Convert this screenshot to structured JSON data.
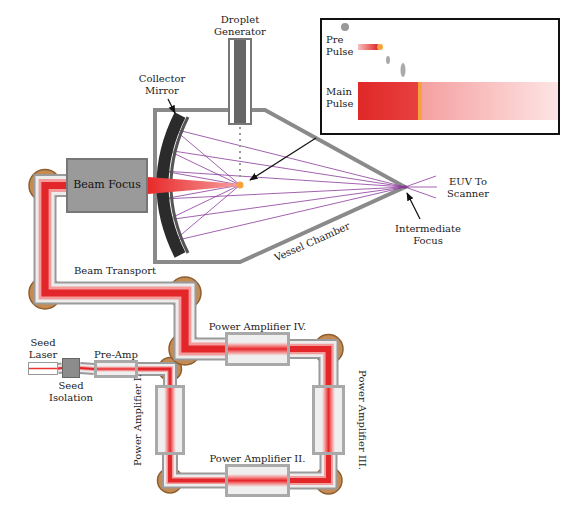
{
  "diagram": {
    "nodes": [
      {
        "text": [
          "Droplet Generator"
        ]
      },
      {
        "text": [
          "Pre Pulse",
          "Main Pulse"
        ]
      },
      {
        "text": [
          "Beam Focus"
        ]
      },
      {
        "text": [
          "Power Amplifier IV."
        ]
      },
      {
        "text": [
          "Seed Laser"
        ]
      },
      {
        "text": [
          "Seed Isolation"
        ]
      },
      {
        "text": [
          "Pre-Amp"
        ]
      },
      {
        "text": [
          "Power Amplifier I."
        ]
      },
      {
        "text": [
          "Power Amplifier II."
        ]
      },
      {
        "text": [
          "Power Amplifier III."
        ]
      }
    ],
    "edges": [
      {
        "from": 4,
        "to": 5,
        "arrow": "none"
      },
      {
        "from": 5,
        "to": 6,
        "arrow": "none"
      },
      {
        "from": 6,
        "to": 7,
        "arrow": "none"
      },
      {
        "from": 7,
        "to": 8,
        "arrow": "none"
      },
      {
        "from": 8,
        "to": 9,
        "arrow": "none"
      },
      {
        "from": 9,
        "to": 3,
        "arrow": "none"
      },
      {
        "from": 3,
        "to": 2,
        "label": "Beam Transport",
        "arrow": "none"
      }
    ],
    "labels": [
      "Collector Mirror",
      "Vessel Chamber",
      "Intermediate Focus",
      "EUV To Scanner"
    ]
  }
}
